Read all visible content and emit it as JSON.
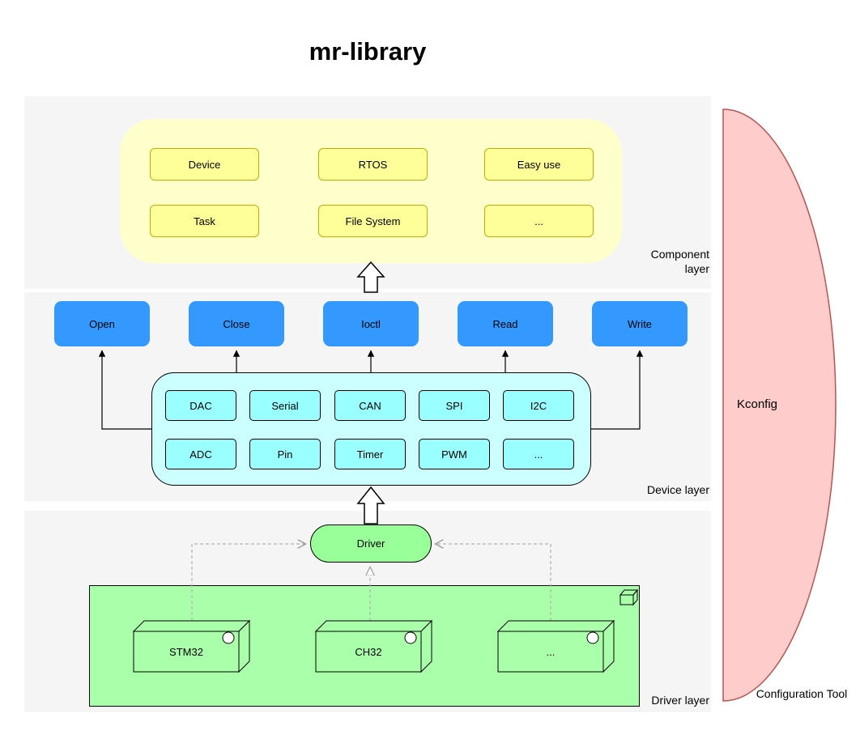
{
  "title": "mr-library",
  "component_layer": {
    "label": "Component layer",
    "boxes": [
      "Device",
      "RTOS",
      "Easy use",
      "Task",
      "File System",
      "..."
    ]
  },
  "device_layer": {
    "label": "Device layer",
    "api_buttons": [
      "Open",
      "Close",
      "Ioctl",
      "Read",
      "Write"
    ],
    "device_boxes": [
      "DAC",
      "Serial",
      "CAN",
      "SPI",
      "I2C",
      "ADC",
      "Pin",
      "Timer",
      "PWM",
      "..."
    ]
  },
  "driver_layer": {
    "label": "Driver layer",
    "driver_node": "Driver",
    "chips": [
      "STM32",
      "CH32",
      "..."
    ]
  },
  "config_tool": {
    "name": "Kconfig",
    "label": "Configuration Tool"
  },
  "colors": {
    "layer_band_fill": "#f5f5f5",
    "component_group_fill": "#ffffcc",
    "component_box_fill": "#ffff99",
    "api_button_fill": "#3399ff",
    "device_group_fill": "#ccffff",
    "device_box_fill": "#99ffff",
    "driver_fill": "#aaffaa",
    "driver_node_fill": "#99ff99",
    "config_tool_fill": "#ffcccc",
    "config_tool_stroke": "#b85450"
  }
}
